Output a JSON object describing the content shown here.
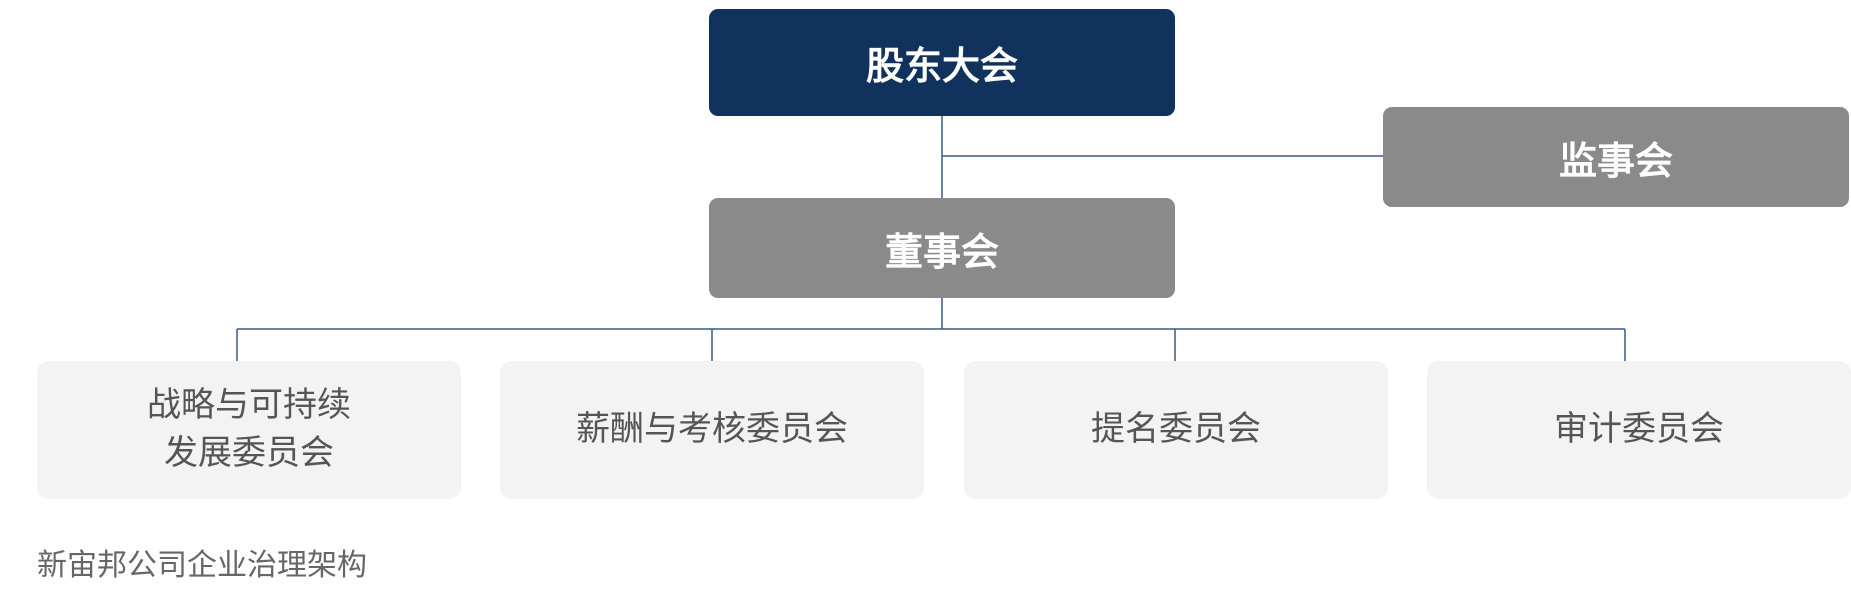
{
  "diagram": {
    "top": "股东大会",
    "supervisory": "监事会",
    "board": "董事会",
    "committees": [
      {
        "lines": [
          "战略与可持续",
          "发展委员会"
        ]
      },
      {
        "lines": [
          "薪酬与考核委员会"
        ]
      },
      {
        "lines": [
          "提名委员会"
        ]
      },
      {
        "lines": [
          "审计委员会"
        ]
      }
    ]
  },
  "caption": "新宙邦公司企业治理架构",
  "colors": {
    "top_box": "#12325e",
    "grey_box": "#8a8a8a",
    "committee_box": "#f2f3f2",
    "connector": "#3a5a80"
  }
}
